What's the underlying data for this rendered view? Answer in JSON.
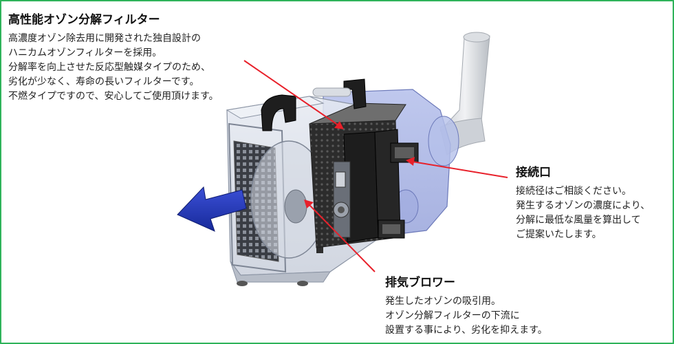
{
  "callouts": {
    "filter": {
      "title": "高性能オゾン分解フィルター",
      "lines": [
        "高濃度オゾン除去用に開発された独自設計の",
        "ハニカムオゾンフィルターを採用。",
        "分解率を向上させた反応型触媒タイプのため、",
        "劣化が少なく、寿命の長いフィルターです。",
        "不燃タイプですので、安心してご使用頂けます。"
      ]
    },
    "connection": {
      "title": "接続口",
      "lines": [
        "接続径はご相談ください。",
        "発生するオゾンの濃度により、",
        "分解に最低な風量を算出して",
        "ご提案いたします。"
      ]
    },
    "blower": {
      "title": "排気ブロワー",
      "lines": [
        "発生したオゾンの吸引用。",
        "オゾン分解フィルターの下流に",
        "設置する事により、劣化を抑えます。"
      ]
    }
  },
  "colors": {
    "frame": "#2eb35a",
    "leader_line": "#e8202a",
    "airflow_arrow": "#1f33b5"
  }
}
